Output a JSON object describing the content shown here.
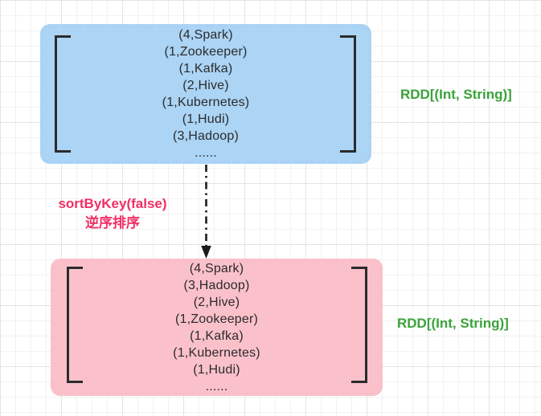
{
  "top_box": {
    "items": [
      "(4,Spark)",
      "(1,Zookeeper)",
      "(1,Kafka)",
      "(2,Hive)",
      "(1,Kubernetes)",
      "(1,Hudi)",
      "(3,Hadoop)",
      "......"
    ],
    "label": "RDD[(Int, String)]",
    "fill_color": "#abd4f5"
  },
  "bottom_box": {
    "items": [
      "(4,Spark)",
      "(3,Hadoop)",
      "(2,Hive)",
      "(1,Zookeeper)",
      "(1,Kafka)",
      "(1,Kubernetes)",
      "(1,Hudi)",
      "......"
    ],
    "label": "RDD[(Int, String)]",
    "fill_color": "#fbc1cb"
  },
  "transformation": {
    "function": "sortByKey(false)",
    "caption": "逆序排序",
    "text_color": "#f12e63"
  },
  "colors": {
    "rdd_label_green": "#3aa33a",
    "bracket_black": "#2b2b2b",
    "arrow_black": "#1c1c1c"
  }
}
